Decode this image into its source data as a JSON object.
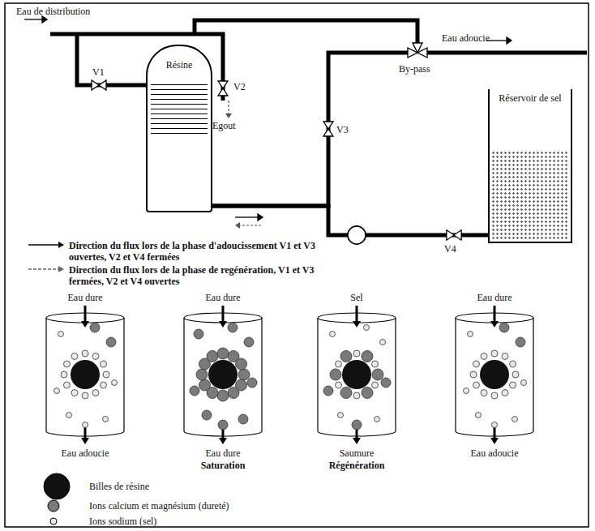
{
  "diagram": {
    "nodes": [
      {
        "text": [
          "Résine"
        ]
      },
      {
        "text": [
          "Réservoir de sel"
        ]
      }
    ],
    "edges": [
      {
        "from": 1,
        "to": 0,
        "arrow": "none"
      }
    ],
    "labels": [
      "Eau de distribution",
      "Eau adoucie",
      "V1",
      "V2",
      "Egout",
      "By-pass",
      "V3",
      "V4",
      "Eau dure",
      "Eau dure",
      "Sel",
      "Eau dure",
      "Eau adoucie",
      "Eau dure",
      "Saumure",
      "Eau adoucie",
      "Saturation",
      "Régénération"
    ],
    "legend": [
      {
        "text": "Direction du flux lors de la phase d'adoucissement V1 et V3 ouvertes, V2 et V4 fermées"
      },
      {
        "text": "Direction du flux lors de la phase de regénération, V1 et V3 fermées, V2 et V4 ouvertes"
      },
      {
        "text": "Billes de résine",
        "color": "#111111"
      },
      {
        "text": "Ions calcium et magnésium (dureté)",
        "color": "#7a7a7a"
      },
      {
        "text": "Ions sodium (sel)",
        "color": "#e8e8e8"
      }
    ]
  }
}
